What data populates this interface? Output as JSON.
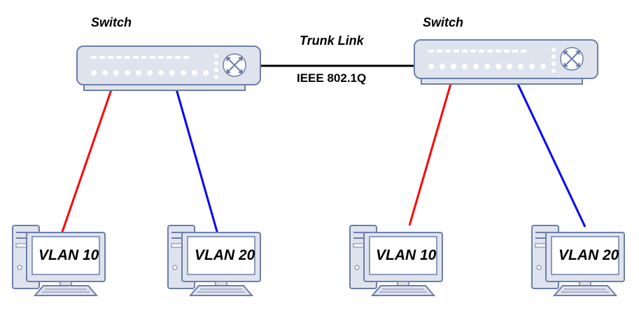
{
  "diagram": {
    "switches": [
      {
        "label": "Switch"
      },
      {
        "label": "Switch"
      }
    ],
    "trunk": {
      "label": "Trunk Link",
      "protocol": "IEEE 802.1Q",
      "color": "#000000"
    },
    "hosts": [
      {
        "label": "VLAN 10",
        "link_color": "#ff0000",
        "switch": 0
      },
      {
        "label": "VLAN 20",
        "link_color": "#0000ff",
        "switch": 0
      },
      {
        "label": "VLAN 10",
        "link_color": "#ff0000",
        "switch": 1
      },
      {
        "label": "VLAN 20",
        "link_color": "#0000ff",
        "switch": 1
      }
    ],
    "colors": {
      "device_fill": "#dfe3ee",
      "device_stroke": "#6b7fa8",
      "vlan10_link": "#ff0000",
      "vlan20_link": "#0000ff"
    },
    "icons": {
      "switch": "switch-icon",
      "switch_arrows": "crossed-arrows-icon",
      "host": "desktop-computer-icon"
    }
  }
}
